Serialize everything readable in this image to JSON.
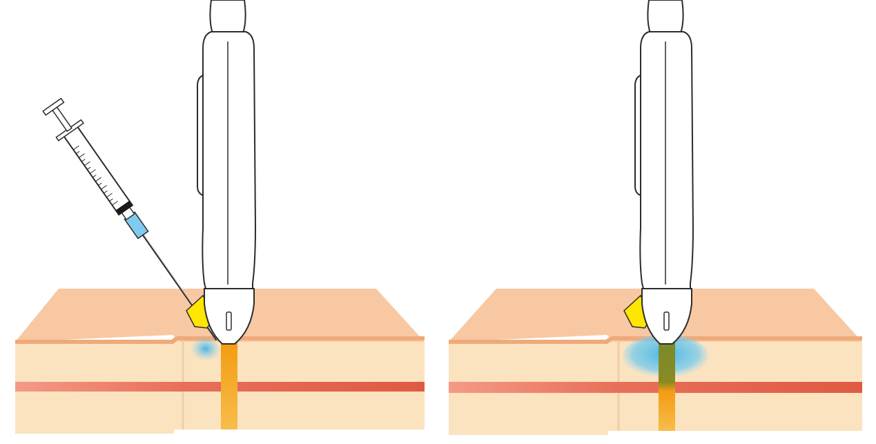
{
  "colors": {
    "background": "#ffffff",
    "skin_top": "#f7c8a2",
    "skin_edge": "#efa97a",
    "tissue": "#fbe3c0",
    "tissue_edge": "#f0cda5",
    "vessel": "#e86a52",
    "vessel_light": "#f5a08e",
    "laser_beam": "#f5a623",
    "laser_tip": "#f39c12",
    "anesthetic": "#5bc4ee",
    "anesthetic_tinted_beam": "#7a8a2a",
    "handpiece_body": "#ffffff",
    "outline": "#2b2b2b",
    "guide_yellow": "#ffe600",
    "needle_hub": "#7ecaf0",
    "syringe_stopper": "#1a1a1a"
  },
  "panels": [
    {
      "stage": "before-anesthesia",
      "anesthetic_spread": "small"
    },
    {
      "stage": "after-anesthesia",
      "anesthetic_spread": "large"
    }
  ],
  "icons": [
    "syringe-icon",
    "laser-handpiece-icon",
    "guide-clip-icon"
  ]
}
